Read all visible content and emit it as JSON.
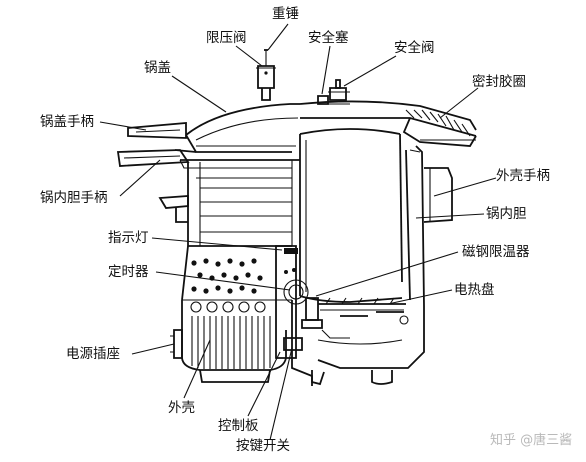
{
  "labels": {
    "zhongchui": "重锤",
    "xianyafa": "限压阀",
    "anquansai": "安全塞",
    "anquanfa": "安全阀",
    "guogai": "锅盖",
    "mifengjiaoquan": "密封胶圈",
    "guogaishoubing": "锅盖手柄",
    "waikeshoubing": "外壳手柄",
    "guoneidanshoubing": "锅内胆手柄",
    "guoneidan": "锅内胆",
    "zhishideng": "指示灯",
    "cigangxianwenqi": "磁钢限温器",
    "dingshiqi": "定时器",
    "dianrepan": "电热盘",
    "dianyuanchazuo": "电源插座",
    "waike": "外壳",
    "kongzhiban": "控制板",
    "anjiankaiguan": "按键开关"
  },
  "watermark": "知乎 @唐三酱"
}
